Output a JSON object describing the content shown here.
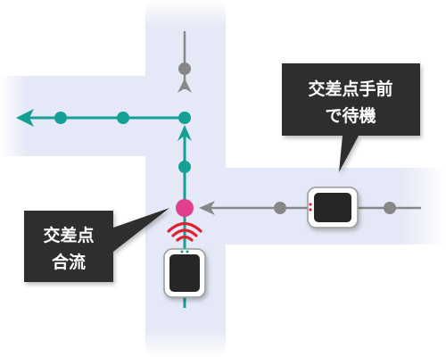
{
  "callouts": {
    "waiting": {
      "line1": "交差点手前",
      "line2": "で待機"
    },
    "merge": {
      "line1": "交差点",
      "line2": "合流"
    }
  },
  "colors": {
    "road": "#e5e8f6",
    "active_route": "#14a094",
    "inactive_route": "#878787",
    "merge_point": "#e0408c",
    "signal": "#e02030",
    "callout_bg": "#2e2e2e",
    "callout_text": "#ffffff"
  }
}
